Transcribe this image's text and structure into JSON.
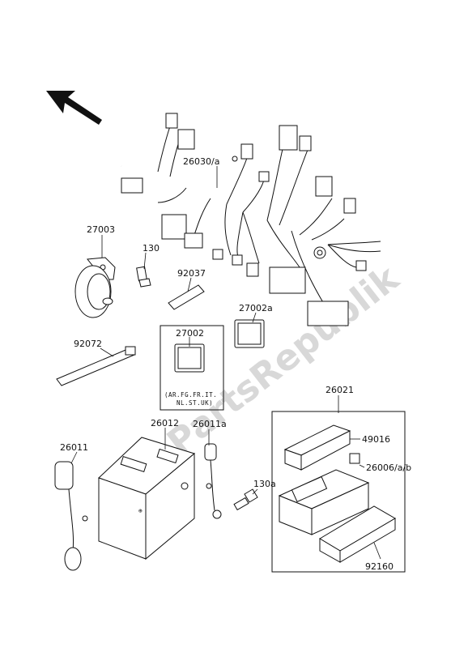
{
  "watermark": "PartsRepublik",
  "notes": {
    "region_codes": "(AR.FG.FR.IT. NL.ST.UK)"
  },
  "parts": [
    {
      "id": "harness",
      "number": "26030/a"
    },
    {
      "id": "horn",
      "number": "27003"
    },
    {
      "id": "horn-bolt",
      "number": "130"
    },
    {
      "id": "bracket-pad",
      "number": "92037"
    },
    {
      "id": "relay-a",
      "number": "27002a"
    },
    {
      "id": "relay",
      "number": "27002"
    },
    {
      "id": "band",
      "number": "92072"
    },
    {
      "id": "battery",
      "number": "26012"
    },
    {
      "id": "battery-lead",
      "number": "26011a"
    },
    {
      "id": "ground-lead",
      "number": "26011"
    },
    {
      "id": "lead-bolt",
      "number": "130a"
    },
    {
      "id": "fuse-box-set",
      "number": "26021"
    },
    {
      "id": "fuse-box-cover",
      "number": "49016"
    },
    {
      "id": "fuse",
      "number": "26006/a/b"
    },
    {
      "id": "fuse-box-bracket",
      "number": "92160"
    }
  ]
}
